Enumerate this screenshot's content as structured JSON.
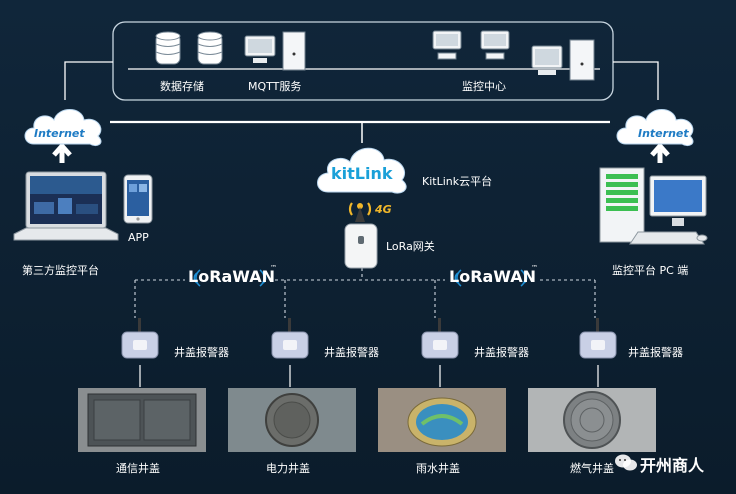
{
  "server_box": {
    "data_storage": "数据存储",
    "mqtt_service": "MQTT服务",
    "monitor_center": "监控中心"
  },
  "left": {
    "internet": "Internet",
    "app": "APP",
    "third_party": "第三方监控平台"
  },
  "right": {
    "internet": "Internet",
    "monitor_pc": "监控平台 PC 端"
  },
  "center": {
    "kitlink_logo": "kitLink",
    "kitlink_cloud": "KitLink云平台",
    "cellular": "4G",
    "gateway": "LoRa网关"
  },
  "lorawan": {
    "left": "LoRaWAN",
    "right": "LoRaWAN",
    "tm": "™"
  },
  "alarms": [
    "井盖报警器",
    "井盖报警器",
    "井盖报警器",
    "井盖报警器"
  ],
  "covers": [
    "通信井盖",
    "电力井盖",
    "雨水井盖",
    "燃气井盖"
  ],
  "watermark": "开州商人",
  "colors": {
    "background": "#0e2233",
    "line": "#ffffff",
    "cloud": "#ffffff",
    "internet_text": "#1e7bc4",
    "kitlink_text": "#1aa0d8",
    "lorawan_accent": "#1e90d6",
    "monitor_green": "#3cbf52"
  }
}
